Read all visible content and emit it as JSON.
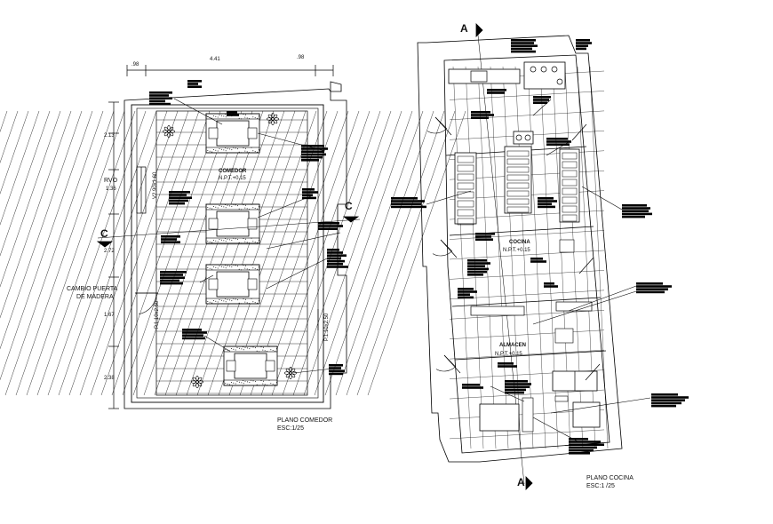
{
  "comedor": {
    "title": "PLANO COMEDOR",
    "scale": "ESC:1/25",
    "room_label": "COMEDOR",
    "room_level": "N.P.T.+0.15",
    "dim_top": [
      ".98",
      "4.41",
      ".98"
    ],
    "dim_left": [
      "2.13",
      "1.36",
      "2.72",
      "1.67",
      "2.38"
    ],
    "rvo": "RVO",
    "note": [
      "CAMBIO PUERTA",
      "DE MADERA"
    ],
    "door_left": "P.1.10x2.50",
    "door_right": "P.1.10x2.50",
    "window": "V2.90x1.60",
    "section": "C"
  },
  "cocina": {
    "title": "PLANO COCINA",
    "scale": "ESC:1 /25",
    "room_label": "COCINA",
    "room_level": "N.P.T.+0.15",
    "storage_label": "ALMACEN",
    "storage_level": "N.P.T.+0.15",
    "section": "A"
  }
}
